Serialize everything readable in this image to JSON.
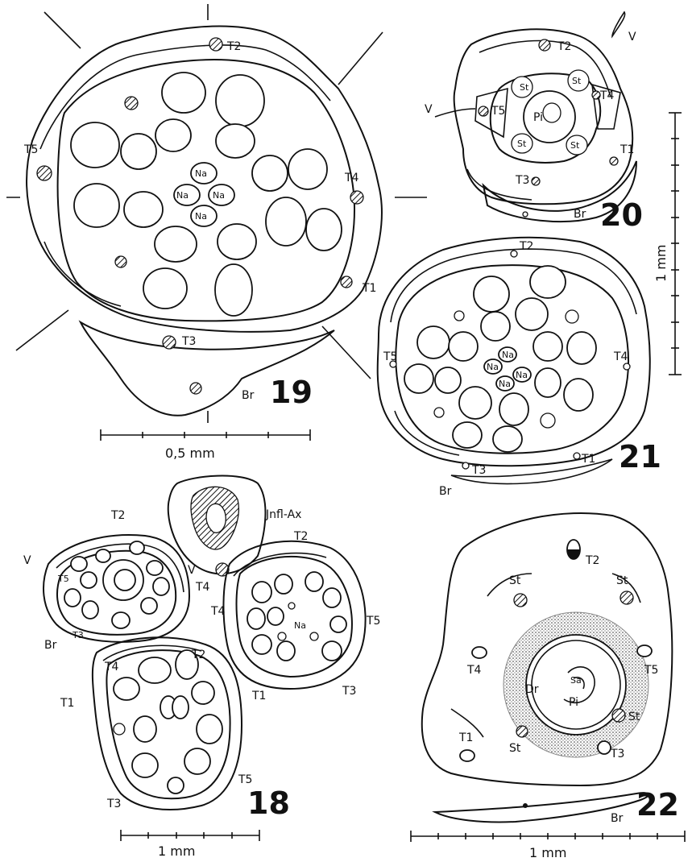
{
  "figures": [
    {
      "number": "19",
      "labels": {
        "t1": "T1",
        "t2": "T2",
        "t3": "T3",
        "t4": "T4",
        "t5": "T5",
        "br": "Br",
        "na": "Na"
      },
      "scale": "0,5 mm"
    },
    {
      "number": "20",
      "labels": {
        "t1": "T1",
        "t2": "T2",
        "t3": "T3",
        "t4": "T4",
        "t5": "T5",
        "br": "Br",
        "v": "V",
        "pi": "Pi",
        "st": "St"
      }
    },
    {
      "number": "21",
      "labels": {
        "t1": "T1",
        "t2": "T2",
        "t3": "T3",
        "t4": "T4",
        "t5": "T5",
        "br": "Br",
        "na": "Na"
      }
    },
    {
      "number": "18",
      "labels": {
        "t1": "T1",
        "t2": "T2",
        "t3": "T3",
        "t4": "T4",
        "t5": "T5",
        "br": "Br",
        "v": "V",
        "na": "Na",
        "infl": "Jnfl-Ax"
      },
      "scale": "1 mm"
    },
    {
      "number": "22",
      "labels": {
        "t1": "T1",
        "t2": "T2",
        "t3": "T3",
        "t4": "T4",
        "t5": "T5",
        "br": "Br",
        "st": "St",
        "dr": "Dr",
        "pi": "Pi",
        "sa": "Sa"
      },
      "scale": "1 mm"
    }
  ],
  "vertical_scale": "1 mm"
}
